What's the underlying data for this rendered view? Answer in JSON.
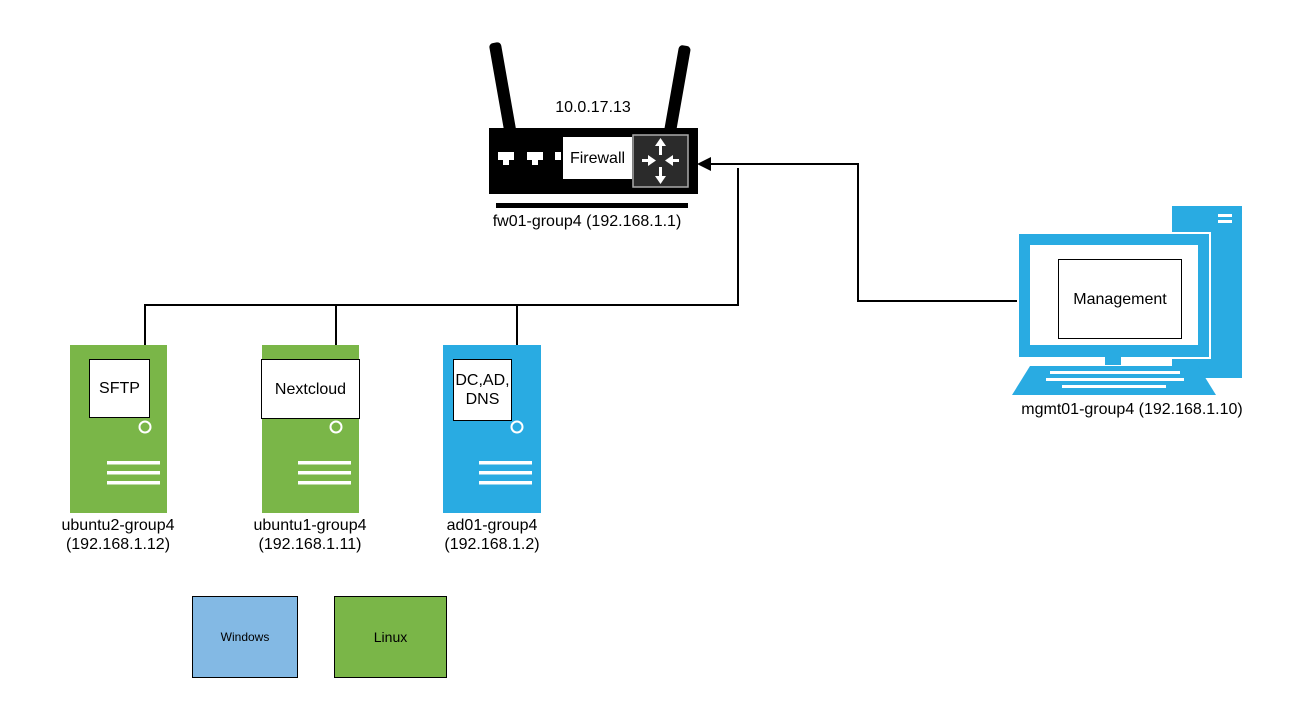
{
  "firewall": {
    "wan_ip": "10.0.17.13",
    "inner_label": "Firewall",
    "hostname": "fw01-group4 (192.168.1.1)"
  },
  "servers": [
    {
      "role": "SFTP",
      "hostname": "ubuntu2-group4",
      "ip": "(192.168.1.12)",
      "os": "Linux",
      "color": "#7ab648"
    },
    {
      "role": "Nextcloud",
      "hostname": "ubuntu1-group4",
      "ip": "(192.168.1.11)",
      "os": "Linux",
      "color": "#7ab648"
    },
    {
      "role_line1": "DC,AD,",
      "role_line2": "DNS",
      "hostname": "ad01-group4",
      "ip": "(192.168.1.2)",
      "os": "Windows",
      "color": "#29abe2"
    }
  ],
  "management": {
    "screen_label": "Management",
    "hostname": "mgmt01-group4 (192.168.1.10)",
    "color": "#29abe2"
  },
  "legend": {
    "windows_label": "Windows",
    "windows_color": "#83b9e4",
    "linux_label": "Linux",
    "linux_color": "#7ab648"
  }
}
